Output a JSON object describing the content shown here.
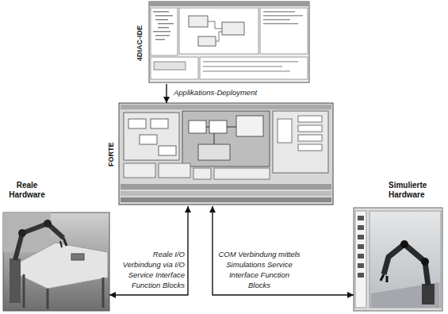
{
  "diagram": {
    "nodes": [
      {
        "text": [
          "4DIAC-IDE"
        ]
      },
      {
        "text": [
          "FORTE"
        ]
      },
      {
        "text": [
          "Reale Hardware"
        ]
      },
      {
        "text": [
          "Simulierte Hardware"
        ]
      }
    ],
    "edges": [
      {
        "from": 0,
        "to": 1,
        "arrow": "to",
        "label": "Applikations-Deployment"
      },
      {
        "from": 1,
        "to": 2,
        "arrow": "both",
        "label": "Reale I/O Verbindung via I/O Service Interface Function Blocks"
      },
      {
        "from": 1,
        "to": 3,
        "arrow": "both",
        "label": "COM Verbindung mittels Simulations Service Interface Function Blocks"
      }
    ]
  }
}
